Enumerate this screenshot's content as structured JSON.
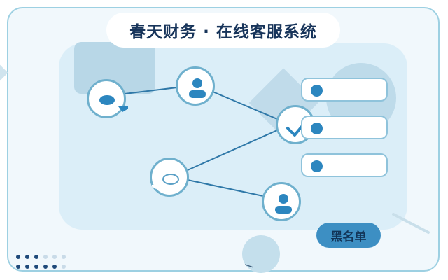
{
  "app": {
    "title": "春天财务 · 在线客服系统"
  },
  "chat_flow": {
    "nodes": [
      {
        "type": "chat-bubble-icon"
      },
      {
        "type": "user-icon"
      },
      {
        "type": "check-icon"
      },
      {
        "type": "chat-bubble-outline-icon"
      },
      {
        "type": "user-icon"
      }
    ]
  },
  "side_list": {
    "items": [
      {
        "marker": "dot"
      },
      {
        "marker": "dot"
      },
      {
        "marker": "dot"
      }
    ]
  },
  "actions": {
    "blacklist_label": "黑名单"
  },
  "colors": {
    "accent": "#2c86bf",
    "title_text": "#17345a",
    "border": "#6fb0cd",
    "panel": "#dbeef8"
  }
}
